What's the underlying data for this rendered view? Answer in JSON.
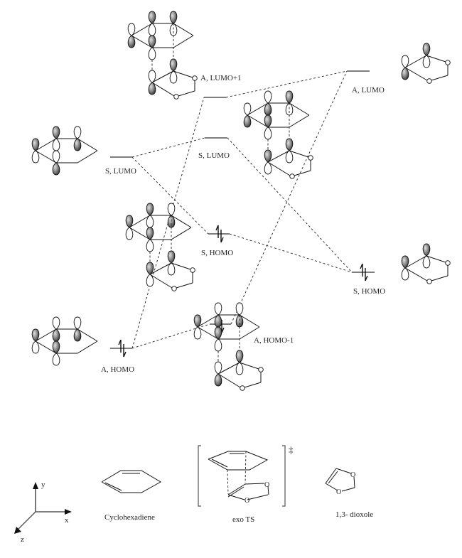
{
  "title": "Orbital correlation diagram: cyclohexadiene + 1,3-dioxole exo TS",
  "levels": {
    "left_lumo": "S, LUMO",
    "left_homo": "A, HOMO",
    "ts_lumo_plus1": "A, LUMO+1",
    "ts_lumo": "S, LUMO",
    "ts_homo": "S, HOMO",
    "ts_homo_minus1": "A, HOMO-1",
    "right_lumo": "A, LUMO",
    "right_homo": "S, HOMO"
  },
  "electron_pairs": [
    "left_homo",
    "ts_homo",
    "ts_homo_minus1",
    "right_homo"
  ],
  "atoms": {
    "oxygen": "O"
  },
  "axes": {
    "x": "x",
    "y": "y",
    "z": "z"
  },
  "structures": {
    "diene": "Cyclohexadiene",
    "ts": "exo TS",
    "ts_mark": "‡",
    "dienophile": "1,3- dioxole"
  },
  "colors": {
    "line": "#222222",
    "level": "#555555",
    "shade_dark": "#3a3a3a",
    "shade_light": "#d8d8d8"
  }
}
